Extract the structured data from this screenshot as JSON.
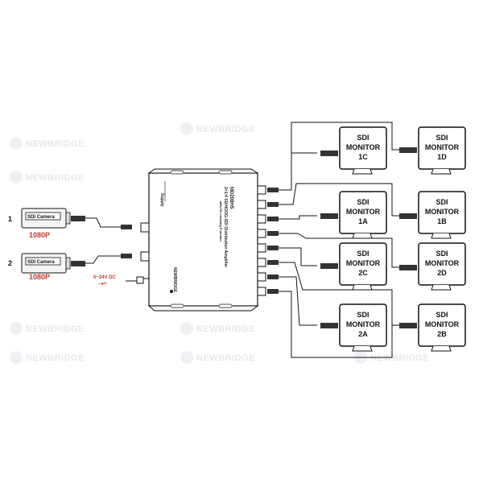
{
  "watermark": {
    "brand": "NEWBRIDGE"
  },
  "device": {
    "model": "MD208HS",
    "description": "2×1:4 SD/HD/3G-SDI Distribution Amplifier",
    "subdescription": "with Re-clocking Function",
    "label_input": "Supply",
    "brand_logo": "NEWBRIDGE"
  },
  "cameras": [
    {
      "number": "1",
      "label": "SDI Camera",
      "resolution": "1080P"
    },
    {
      "number": "2",
      "label": "SDI Camera",
      "resolution": "1080P"
    }
  ],
  "power": {
    "label": "5~24V DC",
    "symbol": "–●+"
  },
  "monitors": [
    {
      "id": "1C",
      "line1": "SDI",
      "line2": "MONITOR",
      "line3": "1C"
    },
    {
      "id": "1D",
      "line1": "SDI",
      "line2": "MONITOR",
      "line3": "1D"
    },
    {
      "id": "1A",
      "line1": "SDI",
      "line2": "MONITOR",
      "line3": "1A"
    },
    {
      "id": "1B",
      "line1": "SDI",
      "line2": "MONITOR",
      "line3": "1B"
    },
    {
      "id": "2C",
      "line1": "SDI",
      "line2": "MONITOR",
      "line3": "2C"
    },
    {
      "id": "2D",
      "line1": "SDI",
      "line2": "MONITOR",
      "line3": "2D"
    },
    {
      "id": "2A",
      "line1": "SDI",
      "line2": "MONITOR",
      "line3": "2A"
    },
    {
      "id": "2B",
      "line1": "SDI",
      "line2": "MONITOR",
      "line3": "2B"
    }
  ],
  "colors": {
    "accent_red": "#c0392b",
    "line": "#111111",
    "watermark": "#e6e8ec"
  }
}
